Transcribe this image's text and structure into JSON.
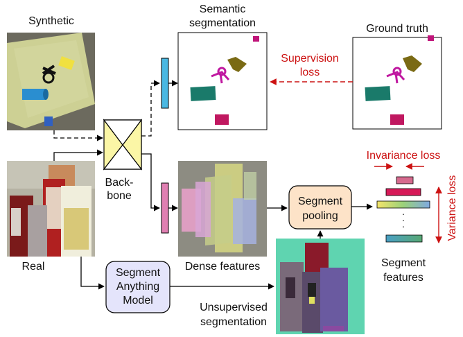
{
  "labels": {
    "synthetic": "Synthetic",
    "semantic_line1": "Semantic",
    "semantic_line2": "segmentation",
    "ground_truth": "Ground truth",
    "supervision_line1": "Supervision",
    "supervision_line2": "loss",
    "backbone_line1": "Back-",
    "backbone_line2": "bone",
    "real": "Real",
    "dense_features": "Dense features",
    "segment_pooling_line1": "Segment",
    "segment_pooling_line2": "pooling",
    "invariance_loss": "Invariance loss",
    "variance_loss": "Variance loss",
    "segment_features_line1": "Segment",
    "segment_features_line2": "features",
    "sam_line1": "Segment",
    "sam_line2": "Anything",
    "sam_line3": "Model",
    "unsup_line1": "Unsupervised",
    "unsup_line2": "segmentation",
    "ellipsis_dot": "·"
  },
  "colors": {
    "red_loss": "#cc1111",
    "segment_pooling_fill": "#fde3c8",
    "sam_fill": "#e4e4fb",
    "backbone_fill": "#fbf6a6",
    "feature_blue": "#4ab8e2",
    "feature_pink": "#e07fb2"
  },
  "segment_feature_bars": [
    {
      "color": "pink"
    },
    {
      "color": "crimson"
    },
    {
      "color": "gradient"
    },
    {
      "color": "teal-blue"
    }
  ]
}
